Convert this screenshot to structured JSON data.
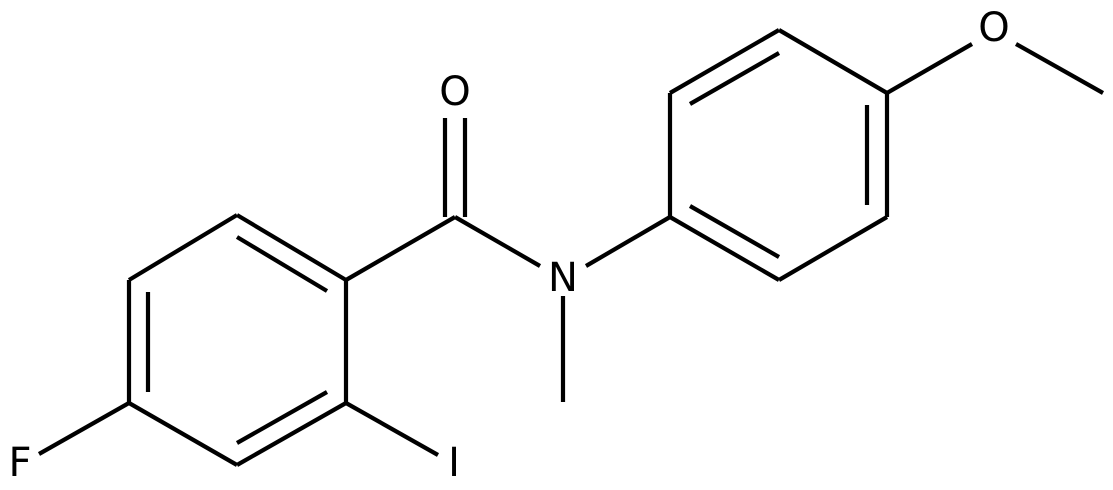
{
  "molecule": {
    "atoms": {
      "oxygen_carbonyl": "O",
      "nitrogen": "N",
      "fluorine": "F",
      "iodine": "I",
      "oxygen_methoxy": "O"
    },
    "colors": {
      "bond": "#000000",
      "label": "#000000",
      "background": "#ffffff"
    }
  }
}
